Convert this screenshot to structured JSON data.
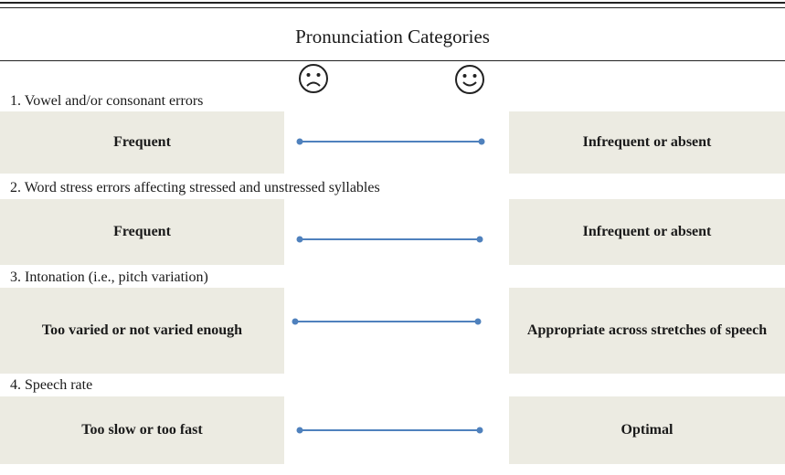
{
  "title": "Pronunciation Categories",
  "scale_icons": {
    "left": "frowning-face-icon",
    "right": "smiling-face-icon"
  },
  "colors": {
    "box_fill": "#ecebe2",
    "scale_line": "#4f81bd"
  },
  "categories": [
    {
      "label": "1. Vowel and/or consonant errors",
      "negative": "Frequent",
      "positive": "Infrequent or absent"
    },
    {
      "label": "2. Word stress errors affecting stressed and unstressed syllables",
      "negative": "Frequent",
      "positive": "Infrequent or absent"
    },
    {
      "label": "3. Intonation (i.e., pitch variation)",
      "negative": "Too varied or not varied enough",
      "positive": "Appropriate across stretches of speech"
    },
    {
      "label": "4. Speech rate",
      "negative": "Too slow or too fast",
      "positive": "Optimal"
    }
  ]
}
